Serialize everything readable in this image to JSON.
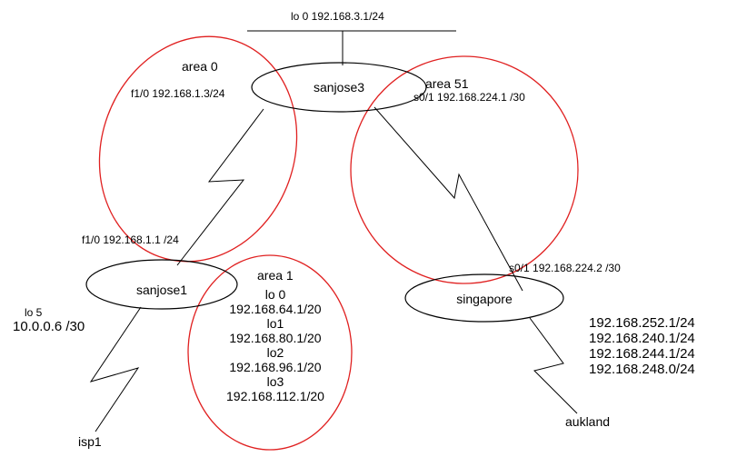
{
  "colors": {
    "area_outline": "#e02020",
    "router_outline": "#000000",
    "background": "#ffffff"
  },
  "top_loopback": "lo 0   192.168.3.1/24",
  "areas": {
    "area0": "area 0",
    "area51": "area 51",
    "area1": "area 1"
  },
  "routers": {
    "sanjose3": "sanjose3",
    "sanjose1": "sanjose1",
    "singapore": "singapore",
    "isp1": "isp1",
    "aukland": "aukland"
  },
  "interfaces": {
    "sanjose3_f10": "f1/0 192.168.1.3/24",
    "sanjose3_s01": "s0/1 192.168.224.1 /30",
    "sanjose1_f10": "f1/0 192.168.1.1 /24",
    "singapore_s01": "s0/1 192.168.224.2 /30",
    "sanjose1_lo5_name": "lo 5",
    "sanjose1_lo5_addr": "10.0.0.6 /30"
  },
  "area1_loopbacks": [
    "lo 0",
    "192.168.64.1/20",
    "lo1",
    "192.168.80.1/20",
    "lo2",
    "192.168.96.1/20",
    "lo3",
    "192.168.112.1/20"
  ],
  "singapore_networks": [
    "192.168.252.1/24",
    "192.168.240.1/24",
    "192.168.244.1/24",
    "192.168.248.0/24"
  ]
}
